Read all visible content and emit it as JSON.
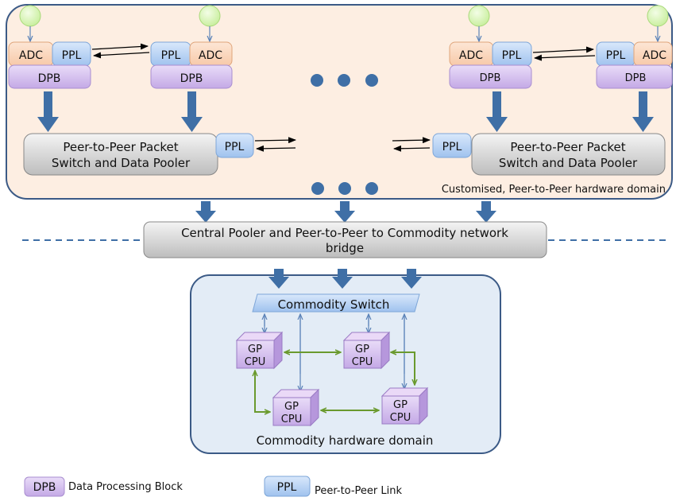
{
  "custom_domain": {
    "caption": "Customised, Peer-to-Peer hardware domain",
    "nodes": [
      {
        "adc": "ADC",
        "ppl": "PPL",
        "dpb": "DPB"
      },
      {
        "adc": "ADC",
        "ppl": "PPL",
        "dpb": "DPB"
      },
      {
        "adc": "ADC",
        "ppl": "PPL",
        "dpb": "DPB"
      },
      {
        "adc": "ADC",
        "ppl": "PPL",
        "dpb": "DPB"
      }
    ],
    "switches": [
      {
        "line1": "Peer-to-Peer Packet",
        "line2": "Switch and Data Pooler",
        "ppl": "PPL"
      },
      {
        "line1": "Peer-to-Peer Packet",
        "line2": "Switch and Data Pooler",
        "ppl": "PPL"
      }
    ]
  },
  "bridge": {
    "line1": "Central Pooler and Peer-to-Peer to Commodity network",
    "line2": "bridge"
  },
  "commodity_domain": {
    "caption": "Commodity hardware domain",
    "switch_label": "Commodity Switch",
    "cpus": [
      {
        "line1": "GP",
        "line2": "CPU"
      },
      {
        "line1": "GP",
        "line2": "CPU"
      },
      {
        "line1": "GP",
        "line2": "CPU"
      },
      {
        "line1": "GP",
        "line2": "CPU"
      }
    ]
  },
  "legend": [
    {
      "tag": "DPB",
      "text": "Data Processing Block"
    },
    {
      "tag": "PPL",
      "text": "Peer-to-Peer Link"
    }
  ],
  "colors": {
    "custom_bg": "#fdeee2",
    "custom_border": "#3b5a86",
    "commodity_bg": "#e3ecf6",
    "adc_fill": "#fbd7bd",
    "ppl_fill": "#bcd6f5",
    "dpb_fill": "#d8c4ef",
    "gray_box": "#d7d7d7",
    "thick_arrow": "#3f6fa6",
    "green_link": "#6a9a2e",
    "sensor": "#d8f5b5"
  }
}
